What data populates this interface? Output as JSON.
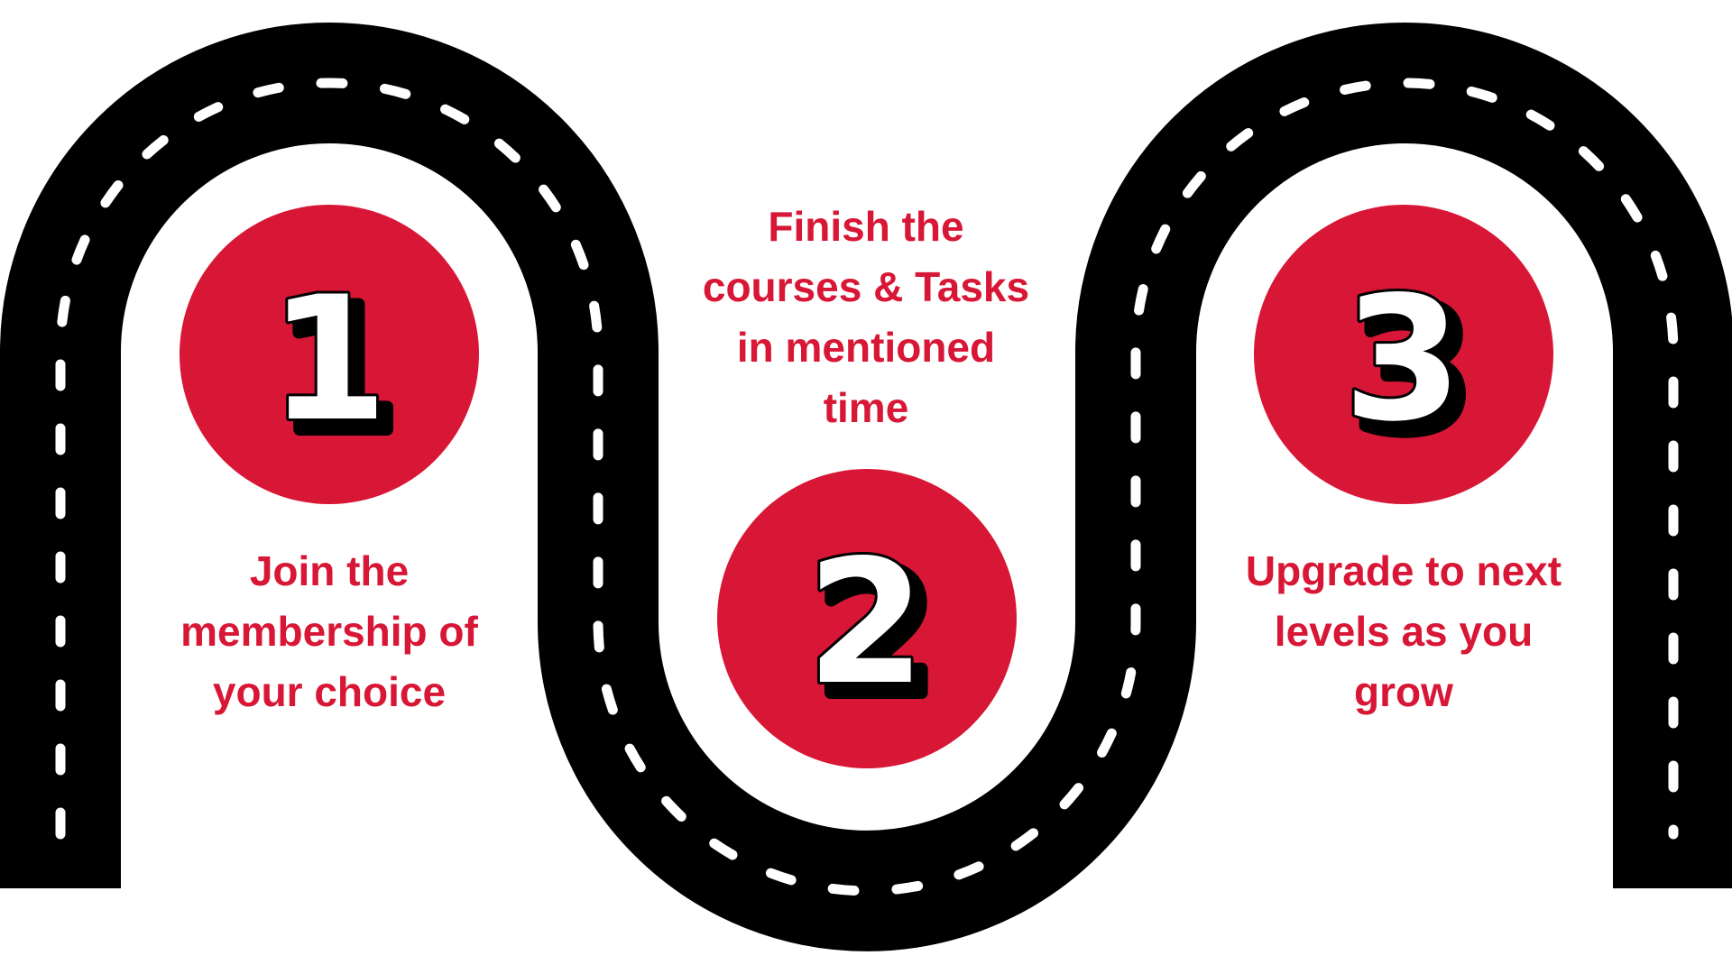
{
  "colors": {
    "road": "#000000",
    "lane_dash": "#ffffff",
    "circle": "#d81635",
    "label_text": "#d81635",
    "number_fill": "#ffffff",
    "number_outline": "#000000",
    "background": "#ffffff"
  },
  "steps": [
    {
      "number": "1",
      "label_lines": [
        "Join the",
        "membership of",
        "your choice"
      ]
    },
    {
      "number": "2",
      "label_lines": [
        "Finish the",
        "courses & Tasks",
        "in mentioned",
        "time"
      ]
    },
    {
      "number": "3",
      "label_lines": [
        "Upgrade to next",
        "levels as you",
        "grow"
      ]
    }
  ]
}
